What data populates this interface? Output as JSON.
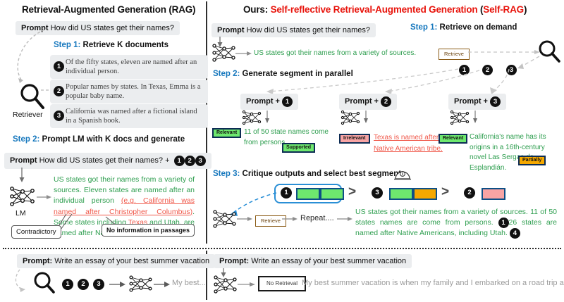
{
  "left": {
    "title": "Retrieval-Augmented Generation (RAG)",
    "prompt_label": "Prompt",
    "prompt_text": "How did US states get their names?",
    "step1_num": "Step 1:",
    "step1_text": " Retrieve K documents",
    "retriever_label": "Retriever",
    "passages": [
      {
        "n": "1",
        "text": "Of the fifty states, eleven are named after an individual person."
      },
      {
        "n": "2",
        "text": "Popular names by states. In Texas, Emma is a popular baby name."
      },
      {
        "n": "3",
        "text": "California was named after a fictional island in a Spanish book."
      }
    ],
    "step2_num": "Step 2:",
    "step2_text": " Prompt LM with K docs and generate",
    "prompt2_label": "Prompt",
    "prompt2_text": "How did US states get their names? +",
    "prompt2_docs": [
      "1",
      "2",
      "3"
    ],
    "lm_label": "LM",
    "output": {
      "seg1": "US states got their names from a variety of sources. Eleven states are named after an individual person ",
      "seg2_bad": "(e.g. California was named after Christopher Columbus)",
      "seg3": ". Some states including ",
      "seg4_bad": "Texas",
      "seg5": " and Utah, are named after Native American tribes."
    },
    "callout1": "Contradictory",
    "callout2": "No information in passages"
  },
  "right": {
    "title_prefix": "Ours: ",
    "title_red": "Self-reflective Retrieval-Augmented Generation ",
    "title_suffix_open": "(",
    "title_red2": "Self-RAG",
    "title_suffix_close": ")",
    "prompt_label": "Prompt",
    "prompt_text": "How did US states get their names?",
    "step1_num": "Step 1:",
    "step1_text": " Retrieve on demand",
    "first_gen": "US states got their names from a variety of sources.",
    "retrieve_tag": "Retrieve",
    "docs": [
      "1",
      "2",
      "3"
    ],
    "step2_num": "Step 2:",
    "step2_text": " Generate segment in parallel",
    "columns": [
      {
        "prompt_label": "Prompt + ",
        "doc": "1",
        "badge_rel": "Relevant",
        "badge_sup": "Supported",
        "text": "11 of 50 state names come from persons.",
        "kind": "green"
      },
      {
        "prompt_label": "Prompt + ",
        "doc": "2",
        "badge_rel": "Irrelevant",
        "badge_sup": "",
        "text": "Texas is named after a Native American tribe.",
        "kind": "red"
      },
      {
        "prompt_label": "Prompt + ",
        "doc": "3",
        "badge_rel": "Relevant",
        "badge_sup": "Partially",
        "text": "California's name has its origins in a 16th-century novel Las Sergas de Esplandián.",
        "kind": "green"
      }
    ],
    "step3_num": "Step 3:",
    "step3_text": " Critique outputs and select best segment",
    "rank": [
      {
        "doc": "1",
        "chips": [
          "green",
          "green"
        ],
        "selected": true
      },
      {
        "doc": "3",
        "chips": [
          "green",
          "orange"
        ],
        "selected": false
      },
      {
        "doc": "2",
        "chips": [
          "red"
        ],
        "selected": false
      }
    ],
    "gt_symbol": ">",
    "retrieve_tag2": "Retrieve",
    "repeat_label": "Repeat....",
    "final_text_a": "US states got their names from a variety of sources. 11 of 50 states names are come from persons. ",
    "final_marker_a": "1",
    "final_text_b": "26 states are named after Native Americans, including Utah. ",
    "final_marker_b": "4"
  },
  "bottom_left": {
    "prompt_label": "Prompt:",
    "prompt_text": "Write an essay of your best summer vacation",
    "docs": [
      "1",
      "2",
      "3"
    ],
    "output": "My best..."
  },
  "bottom_right": {
    "prompt_label": "Prompt:",
    "prompt_text": "Write an essay of your best summer vacation",
    "no_retrieval_tag": "No Retrieval",
    "output": "My best summer vacation is when my family and I embarked on a road trip along ..."
  },
  "colors": {
    "step_blue": "#1577bd",
    "title_red": "#e8140c",
    "generated_green": "#2e9e4f",
    "error_red": "#f0584a",
    "badge_green": "#6ee86e",
    "badge_red": "#f8a4a4",
    "badge_orange": "#f5a800",
    "badge_border": "#0d2c54",
    "retrieve_brown": "#8a5a14",
    "prompt_bg": "#ebedef",
    "select_blue": "#2a8fd6"
  }
}
